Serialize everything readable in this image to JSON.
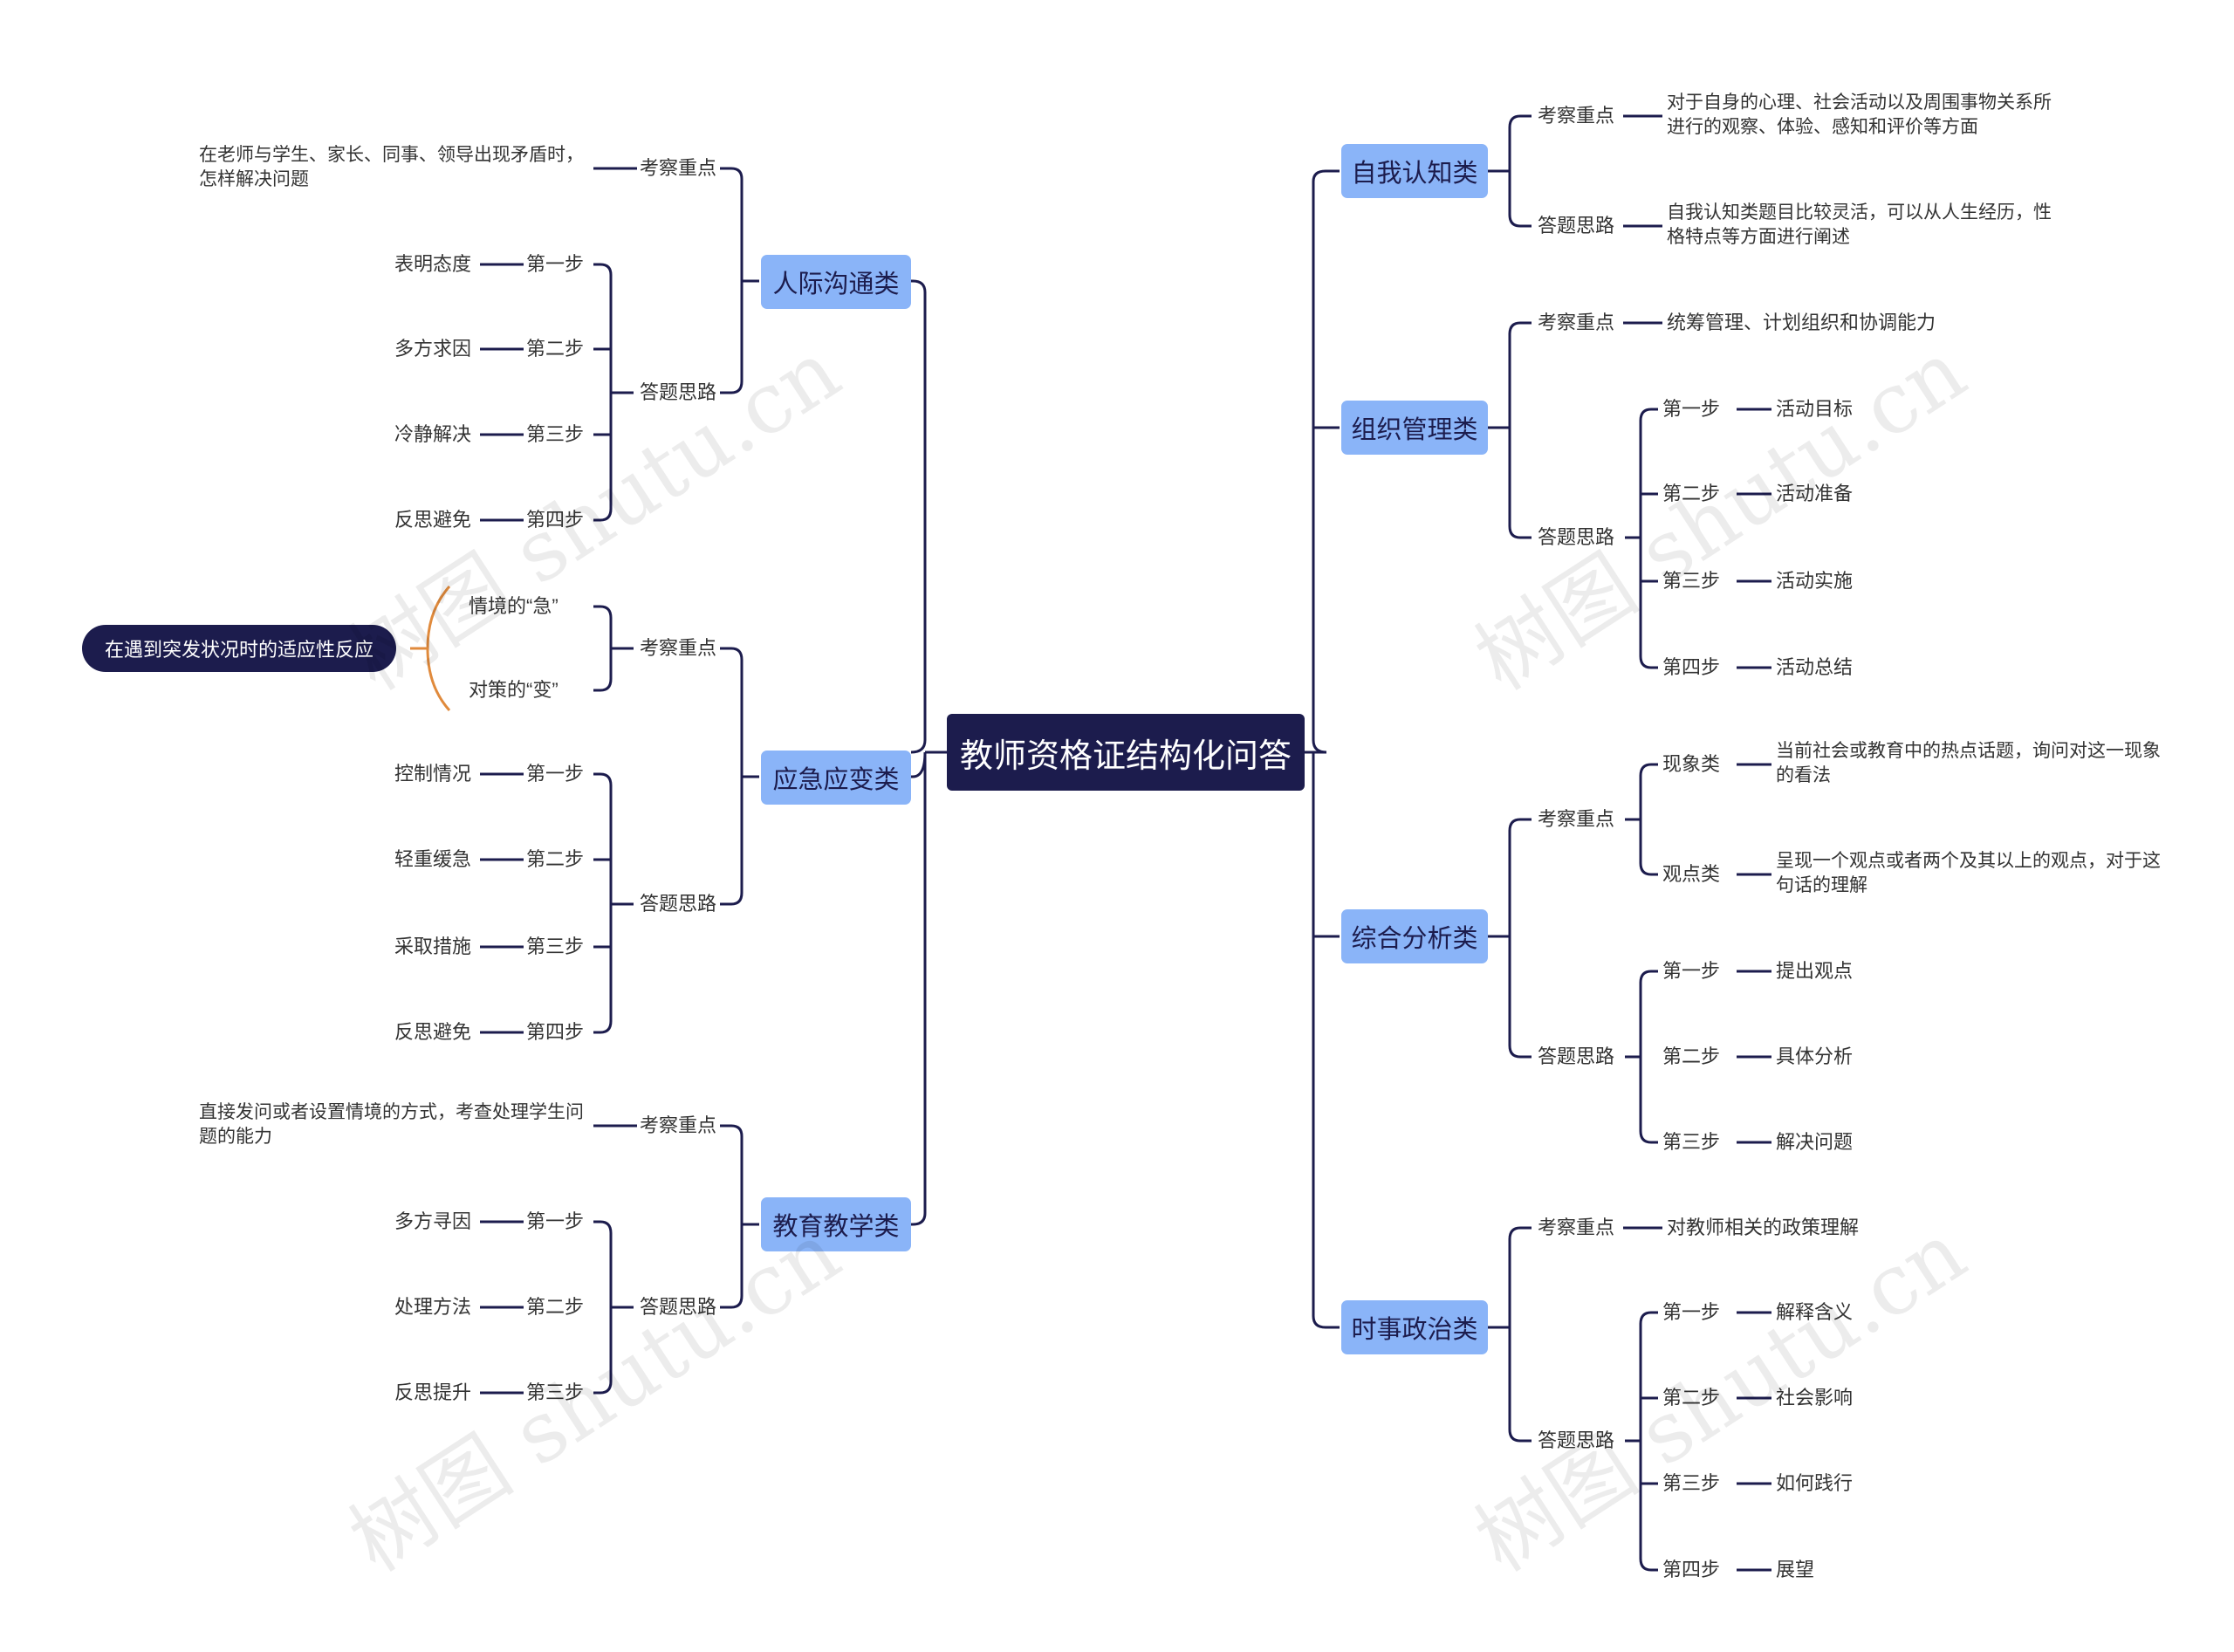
{
  "root": "教师资格证结构化问答",
  "watermark": "树图 shutu.cn",
  "left": {
    "interpersonal": {
      "title": "人际沟通类",
      "focus_label": "考察重点",
      "focus_text": "在老师与学生、家长、同事、领导出现矛盾时，怎样解决问题",
      "approach_label": "答题思路",
      "steps": [
        {
          "step": "第一步",
          "text": "表明态度"
        },
        {
          "step": "第二步",
          "text": "多方求因"
        },
        {
          "step": "第三步",
          "text": "冷静解决"
        },
        {
          "step": "第四步",
          "text": "反思避免"
        }
      ]
    },
    "emergency": {
      "title": "应急应变类",
      "focus_label": "考察重点",
      "focus_items": [
        "情境的“急”",
        "对策的“变”"
      ],
      "summary": "在遇到突发状况时的适应性反应",
      "approach_label": "答题思路",
      "steps": [
        {
          "step": "第一步",
          "text": "控制情况"
        },
        {
          "step": "第二步",
          "text": "轻重缓急"
        },
        {
          "step": "第三步",
          "text": "采取措施"
        },
        {
          "step": "第四步",
          "text": "反思避免"
        }
      ]
    },
    "teaching": {
      "title": "教育教学类",
      "focus_label": "考察重点",
      "focus_text": "直接发问或者设置情境的方式，考查处理学生问题的能力",
      "approach_label": "答题思路",
      "steps": [
        {
          "step": "第一步",
          "text": "多方寻因"
        },
        {
          "step": "第二步",
          "text": "处理方法"
        },
        {
          "step": "第三步",
          "text": "反思提升"
        }
      ]
    }
  },
  "right": {
    "self": {
      "title": "自我认知类",
      "focus_label": "考察重点",
      "focus_text": "对于自身的心理、社会活动以及周围事物关系所进行的观察、体验、感知和评价等方面",
      "approach_label": "答题思路",
      "approach_text": "自我认知类题目比较灵活，可以从人生经历，性格特点等方面进行阐述"
    },
    "organize": {
      "title": "组织管理类",
      "focus_label": "考察重点",
      "focus_text": "统筹管理、计划组织和协调能力",
      "approach_label": "答题思路",
      "steps": [
        {
          "step": "第一步",
          "text": "活动目标"
        },
        {
          "step": "第二步",
          "text": "活动准备"
        },
        {
          "step": "第三步",
          "text": "活动实施"
        },
        {
          "step": "第四步",
          "text": "活动总结"
        }
      ]
    },
    "analysis": {
      "title": "综合分析类",
      "focus_label": "考察重点",
      "focus_items": [
        {
          "label": "现象类",
          "text": "当前社会或教育中的热点话题，询问对这一现象的看法"
        },
        {
          "label": "观点类",
          "text": "呈现一个观点或者两个及其以上的观点，对于这句话的理解"
        }
      ],
      "approach_label": "答题思路",
      "steps": [
        {
          "step": "第一步",
          "text": "提出观点"
        },
        {
          "step": "第二步",
          "text": "具体分析"
        },
        {
          "step": "第三步",
          "text": "解决问题"
        }
      ]
    },
    "politics": {
      "title": "时事政治类",
      "focus_label": "考察重点",
      "focus_text": "对教师相关的政策理解",
      "approach_label": "答题思路",
      "steps": [
        {
          "step": "第一步",
          "text": "解释含义"
        },
        {
          "step": "第二步",
          "text": "社会影响"
        },
        {
          "step": "第三步",
          "text": "如何践行"
        },
        {
          "step": "第四步",
          "text": "展望"
        }
      ]
    }
  },
  "colors": {
    "root": "#1c1c4d",
    "category": "#8ab4f8",
    "line": "#1c1c4d",
    "accent": "#e08a3c"
  }
}
